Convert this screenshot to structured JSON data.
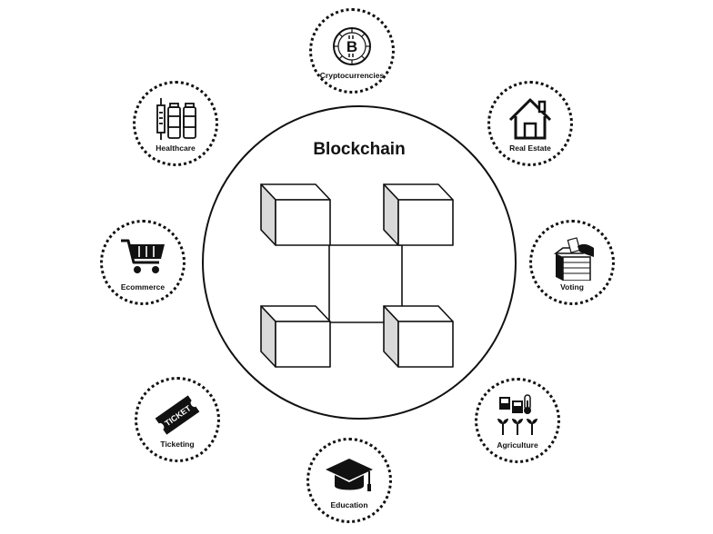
{
  "diagram": {
    "title": "Blockchain",
    "nodes": [
      {
        "key": "crypto",
        "label": "Cryptocurrencies",
        "icon": "bitcoin-coin-icon"
      },
      {
        "key": "realestate",
        "label": "Real Estate",
        "icon": "house-icon"
      },
      {
        "key": "voting",
        "label": "Voting",
        "icon": "ballot-box-icon"
      },
      {
        "key": "agriculture",
        "label": "Agriculture",
        "icon": "agriculture-icon"
      },
      {
        "key": "education",
        "label": "Education",
        "icon": "graduation-cap-icon"
      },
      {
        "key": "ticketing",
        "label": "Ticketing",
        "icon": "ticket-icon",
        "icon_text": "TICKET"
      },
      {
        "key": "ecommerce",
        "label": "Ecommerce",
        "icon": "shopping-cart-icon"
      },
      {
        "key": "healthcare",
        "label": "Healthcare",
        "icon": "medical-vials-icon"
      }
    ]
  }
}
